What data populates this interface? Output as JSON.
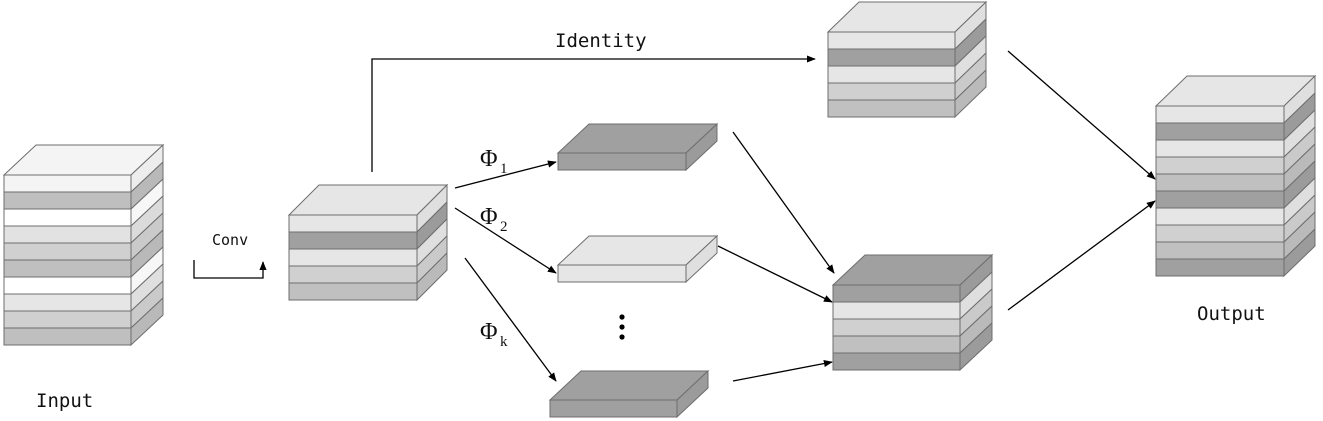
{
  "labels": {
    "input": "Input",
    "conv": "Conv",
    "identity": "Identity",
    "output": "Output",
    "phi_symbol": "Φ",
    "phi_1_sub": "1",
    "phi_2_sub": "2",
    "phi_k_sub": "k"
  },
  "colors": {
    "stroke": "#6e6e6e",
    "arrow": "#000000"
  },
  "stacks": {
    "input": [
      "#f4f4f4",
      "#bfbfbf",
      "#ffffff",
      "#e2e2e2",
      "#d0d0d0",
      "#bfbfbf",
      "#ffffff",
      "#e6e6e6",
      "#d0d0d0",
      "#bfbfbf"
    ],
    "conv": [
      "#e6e6e6",
      "#a0a0a0",
      "#e6e6e6",
      "#d0d0d0",
      "#c0c0c0"
    ],
    "identity": [
      "#e6e6e6",
      "#a0a0a0",
      "#e6e6e6",
      "#d0d0d0",
      "#c0c0c0"
    ],
    "concat": [
      "#a0a0a0",
      "#e6e6e6",
      "#d0d0d0",
      "#c0c0c0",
      "#a0a0a0"
    ],
    "output": [
      "#e6e6e6",
      "#a0a0a0",
      "#e6e6e6",
      "#d0d0d0",
      "#c0c0c0",
      "#a0a0a0",
      "#e6e6e6",
      "#d0d0d0",
      "#c0c0c0",
      "#a0a0a0"
    ],
    "phi_1": [
      "#a0a0a0"
    ],
    "phi_2": [
      "#e6e6e6"
    ],
    "phi_k": [
      "#a0a0a0"
    ]
  }
}
